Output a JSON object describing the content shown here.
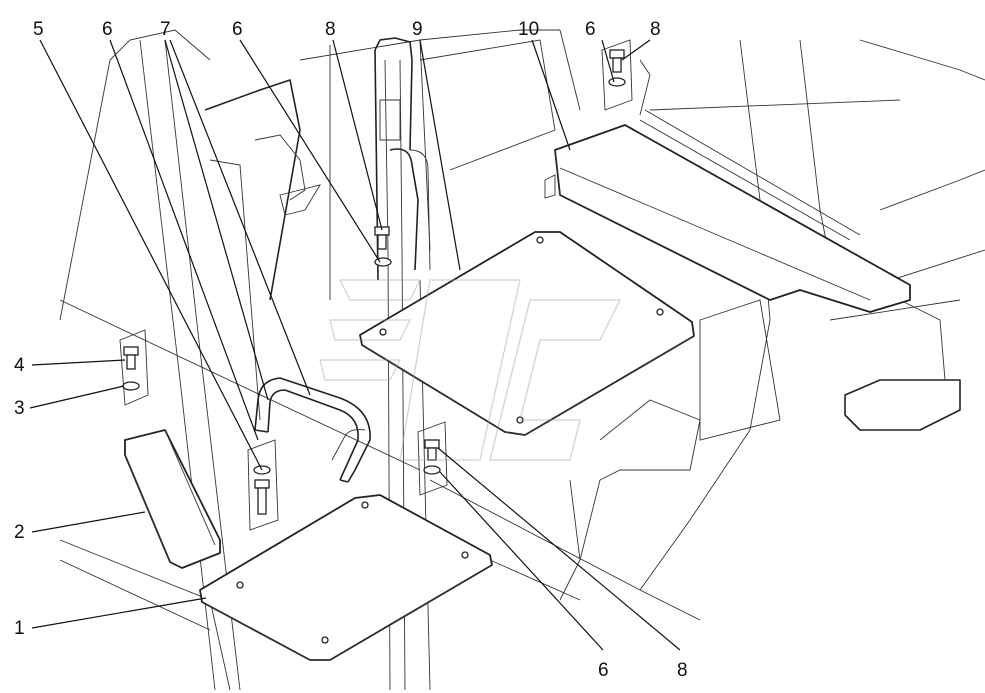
{
  "callouts": {
    "c1": "1",
    "c2": "2",
    "c3": "3",
    "c4": "4",
    "c5": "5",
    "c6a": "6",
    "c6b": "6",
    "c6c": "6",
    "c6d": "6",
    "c7": "7",
    "c8a": "8",
    "c8b": "8",
    "c8c": "8",
    "c9": "9",
    "c10": "10"
  },
  "colors": {
    "line": "#222222",
    "background": "#ffffff",
    "watermark": "#bbbbbb"
  }
}
